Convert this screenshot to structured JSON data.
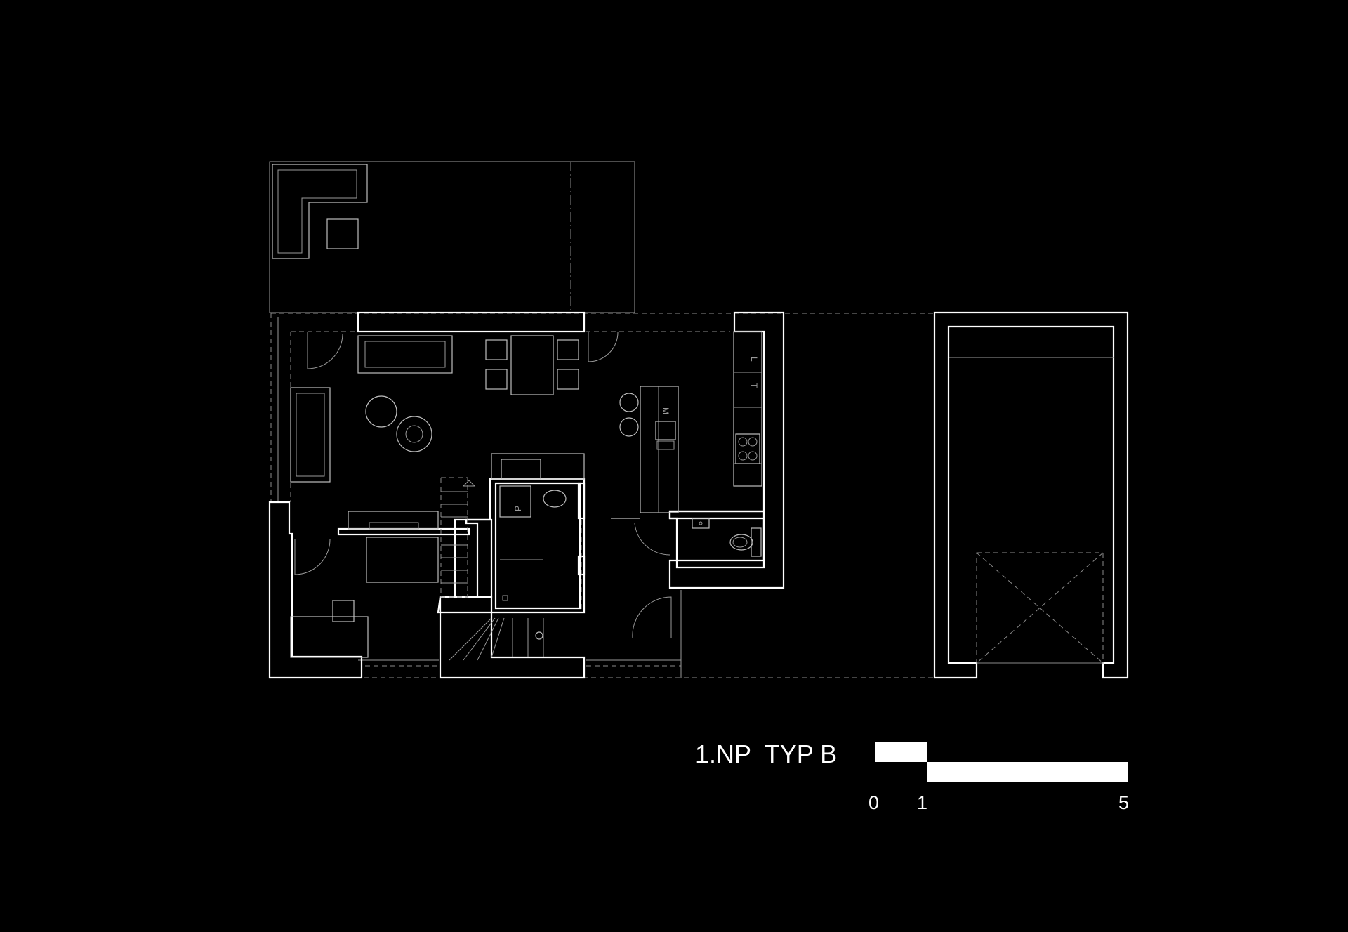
{
  "plan": {
    "title": "1.NP  TYP B",
    "scale": {
      "ticks": [
        "0",
        "1",
        "5"
      ]
    },
    "labels": {
      "fridge": "L",
      "tall_cabinet": "T",
      "microwave": "M",
      "washer": "P"
    }
  },
  "colors": {
    "background": "#000000",
    "walls": "#ffffff",
    "furniture": "#9a9a9a"
  }
}
